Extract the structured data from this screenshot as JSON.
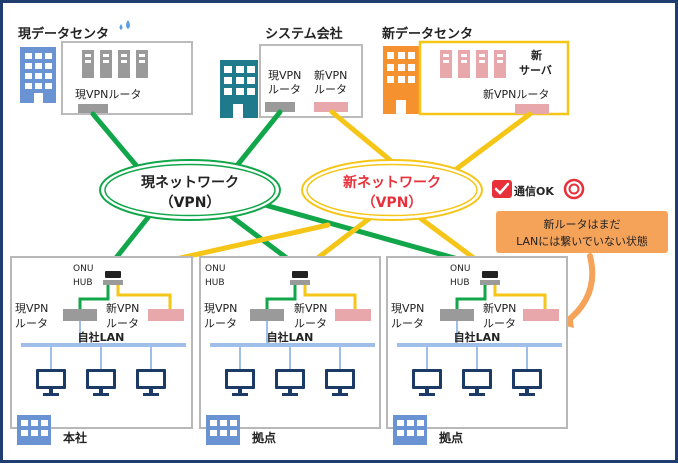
{
  "top": {
    "current_dc": {
      "title": "現データセンタ",
      "router_label": "現VPNルータ"
    },
    "system_co": {
      "title": "システム会社",
      "router_current_l1": "現VPN",
      "router_current_l2": "ルータ",
      "router_new_l1": "新VPN",
      "router_new_l2": "ルータ"
    },
    "new_dc": {
      "title": "新データセンタ",
      "server_l1": "新",
      "server_l2": "サーバ",
      "router_label": "新VPNルータ"
    }
  },
  "networks": {
    "current_l1": "現ネットワーク",
    "current_l2": "（VPN）",
    "new_l1": "新ネットワーク",
    "new_l2": "（VPN）"
  },
  "status": {
    "ok_label": "通信OK"
  },
  "callout": {
    "line1": "新ルータはまだ",
    "line2": "LANには繋いでいない状態"
  },
  "sites": [
    {
      "name": "本社",
      "onu": "ONU",
      "hub": "HUB",
      "cur_l1": "現VPN",
      "cur_l2": "ルータ",
      "new_l1": "新VPN",
      "new_l2": "ルータ",
      "lan": "自社LAN"
    },
    {
      "name": "拠点",
      "onu": "ONU",
      "hub": "HUB",
      "cur_l1": "現VPN",
      "cur_l2": "ルータ",
      "new_l1": "新VPN",
      "new_l2": "ルータ",
      "lan": "自社LAN"
    },
    {
      "name": "拠点",
      "onu": "ONU",
      "hub": "HUB",
      "cur_l1": "現VPN",
      "cur_l2": "ルータ",
      "new_l1": "新VPN",
      "new_l2": "ルータ",
      "lan": "自社LAN"
    }
  ],
  "colors": {
    "border_navy": "#1f3e6f",
    "green_line": "#12a64a",
    "yellow_line": "#f5c518",
    "red_text": "#e8303a",
    "callout_orange": "#f6a35a",
    "building_blue": "#6a93d4",
    "building_teal": "#1f7a8c",
    "building_orange": "#f5922f",
    "lan_blue": "#9fbfe8",
    "monitor_navy": "#1c3a66"
  }
}
